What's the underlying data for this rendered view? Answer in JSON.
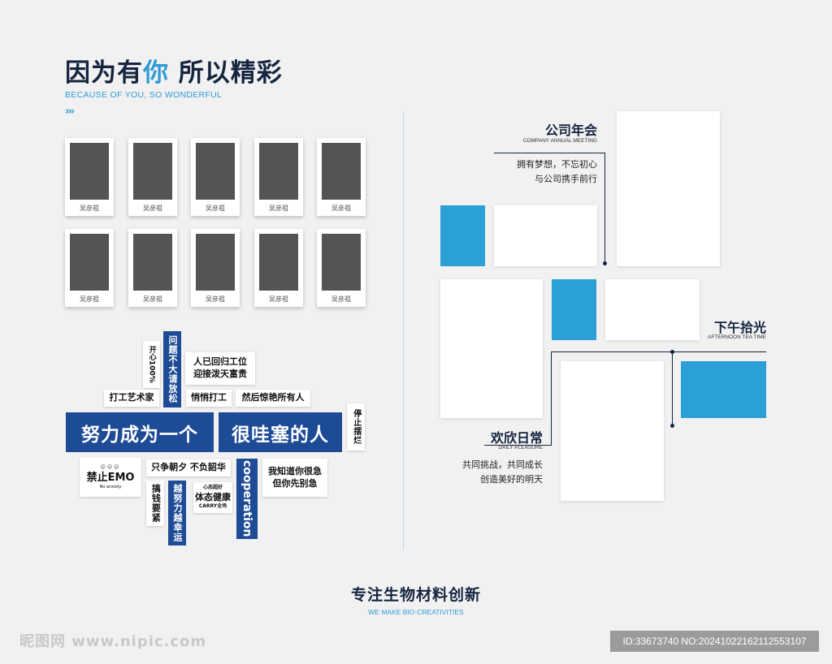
{
  "header": {
    "title_part1": "因为有",
    "title_highlight": "你",
    "title_part2": " 所以精彩",
    "subtitle": "BECAUSE OF YOU, SO WONDERFUL",
    "arrows": "›››"
  },
  "photo_wall": {
    "captions": [
      "吴彦祖",
      "吴彦祖",
      "吴彦祖",
      "吴彦祖",
      "吴彦祖",
      "吴彦祖",
      "吴彦祖",
      "吴彦祖",
      "吴彦祖",
      "吴彦祖"
    ]
  },
  "slogans": {
    "kaixin": "开心100%",
    "wenti": "问题不大请放松",
    "renyi_line1": "人已回归工位",
    "renyi_line2": "迎接泼天富贵",
    "dagong": "打工艺术家",
    "qiaoqiao": "悄悄打工",
    "ranhou": "然后惊艳所有人",
    "tingzhi": "停止摆烂",
    "nuli": "努力成为一个",
    "henwa": "很哇塞的人",
    "jin_emo": "禁止EMO",
    "jin_emo_small": "No anxiety",
    "zhizheng": "只争朝夕 不负韶华",
    "coop": "cooperation",
    "woxiaodao_line1": "我知道你很急",
    "woxiaodao_line2": "但你先别急",
    "zhuanqian": "搞钱要紧",
    "yuenuli": "越努力越幸运",
    "xintai_small": "心态超好",
    "xintai_main": "体态健康",
    "xintai_carry": "CARRY全场"
  },
  "sections": {
    "annual": {
      "title": "公司年会",
      "subtitle": "COMPANY ANNUAL MEETING",
      "line1": "拥有梦想，不忘初心",
      "line2": "与公司携手前行"
    },
    "tea": {
      "title": "下午拾光",
      "subtitle": "AFTERNOON TEA TIME"
    },
    "daily": {
      "title": "欢欣日常",
      "subtitle": "DAILY PLEASURE",
      "line1": "共同挑战，共同成长",
      "line2": "创造美好的明天"
    }
  },
  "footer": {
    "main": "专注生物材料创新",
    "sub": "WE MAKE BIO-CREATIVITIES"
  },
  "watermark": {
    "left": "昵图网 www.nipic.com",
    "right": "ID:33673740 NO:20241022162112553107"
  },
  "colors": {
    "navy": "#15253f",
    "accent_blue": "#2e9bd5",
    "block_blue": "#2aa0d6",
    "card_blue": "#1e4b96",
    "background": "#f1f1f2"
  }
}
